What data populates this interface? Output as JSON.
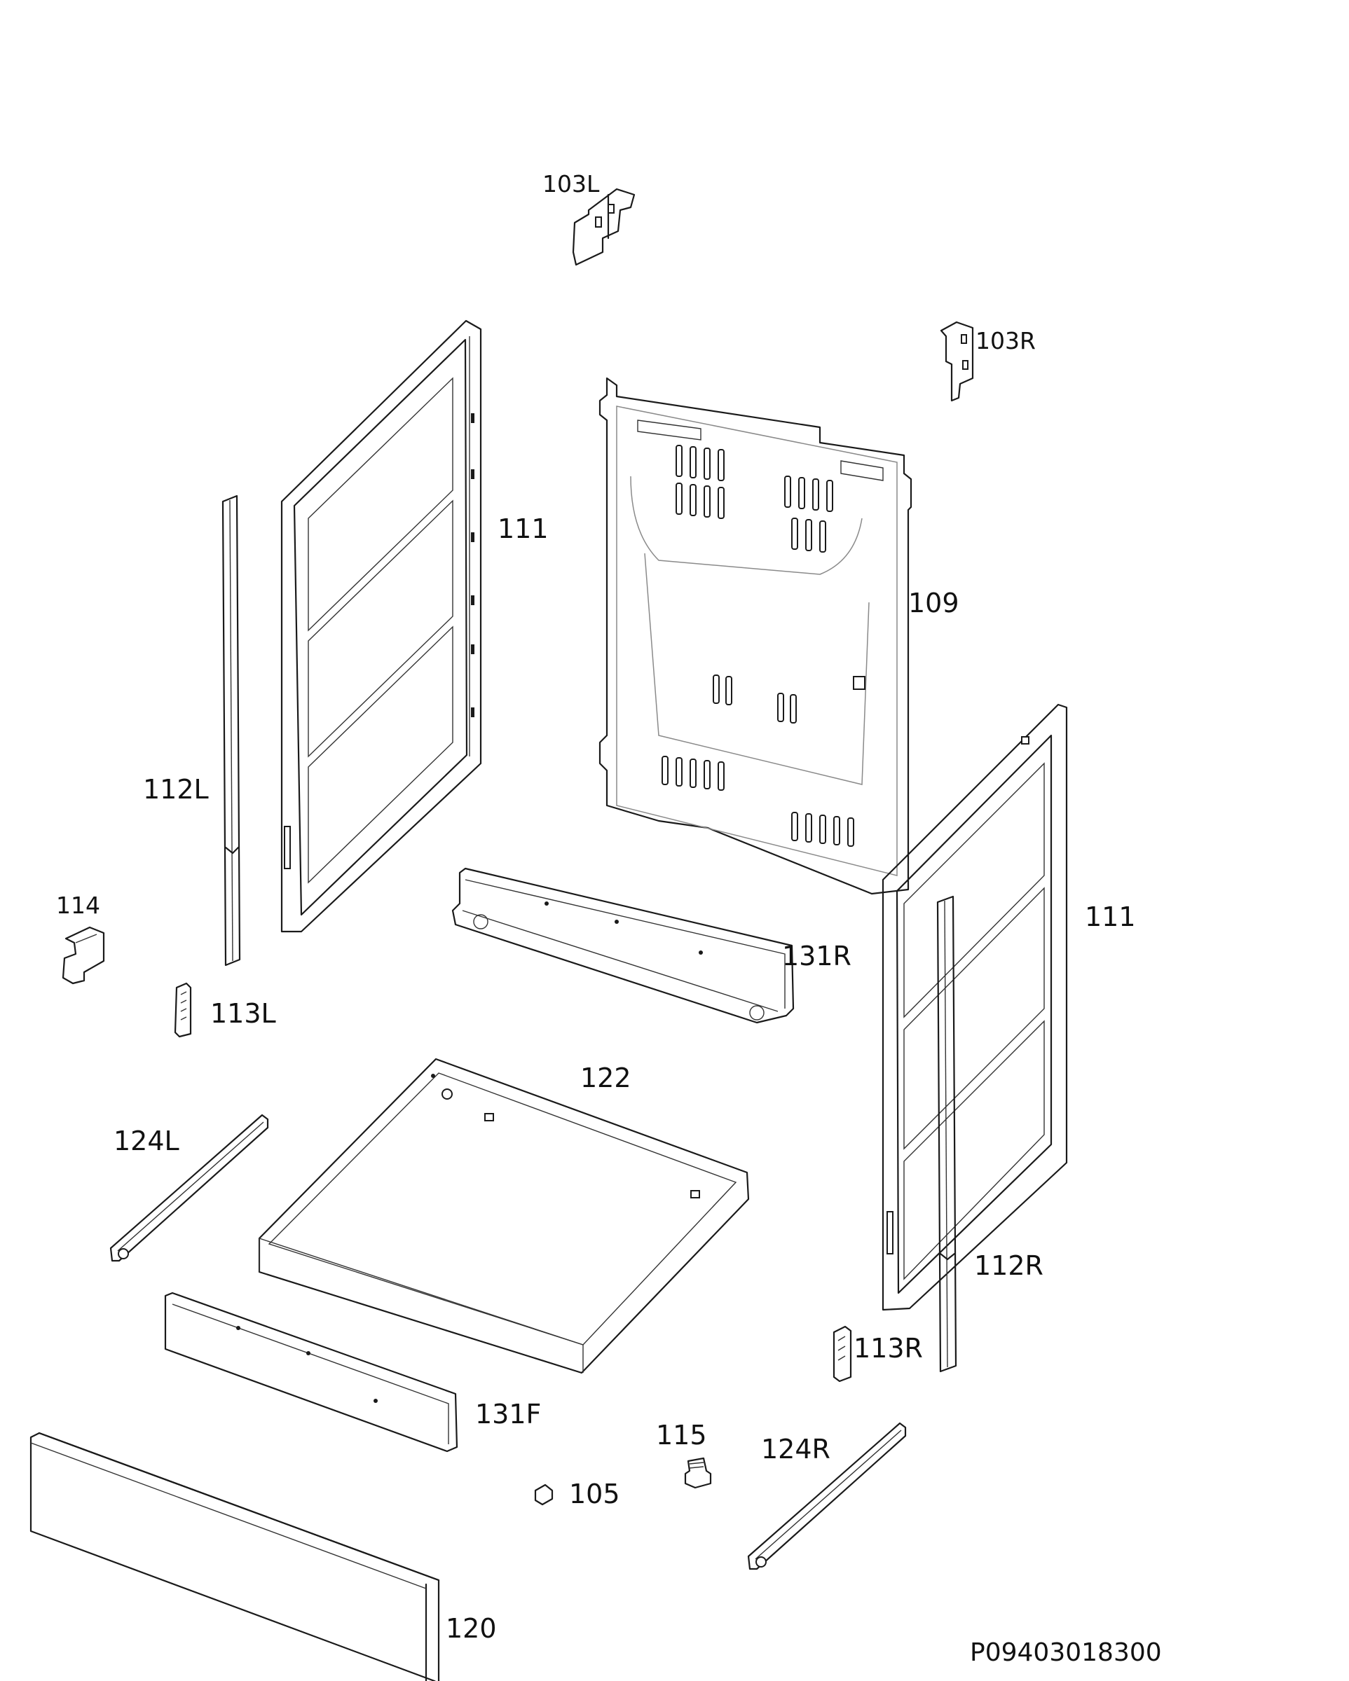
{
  "callouts": {
    "p103L": "103L",
    "p103R": "103R",
    "p111_left": "111",
    "p111_right": "111",
    "p109": "109",
    "p112L": "112L",
    "p112R": "112R",
    "p114": "114",
    "p113L": "113L",
    "p113R": "113R",
    "p131R": "131R",
    "p131F": "131F",
    "p122": "122",
    "p124L": "124L",
    "p124R": "124R",
    "p115": "115",
    "p105": "105",
    "p120": "120"
  },
  "drawing_code": "P09403018300",
  "colors": {
    "line": "#1a1a1a",
    "background": "#ffffff"
  }
}
